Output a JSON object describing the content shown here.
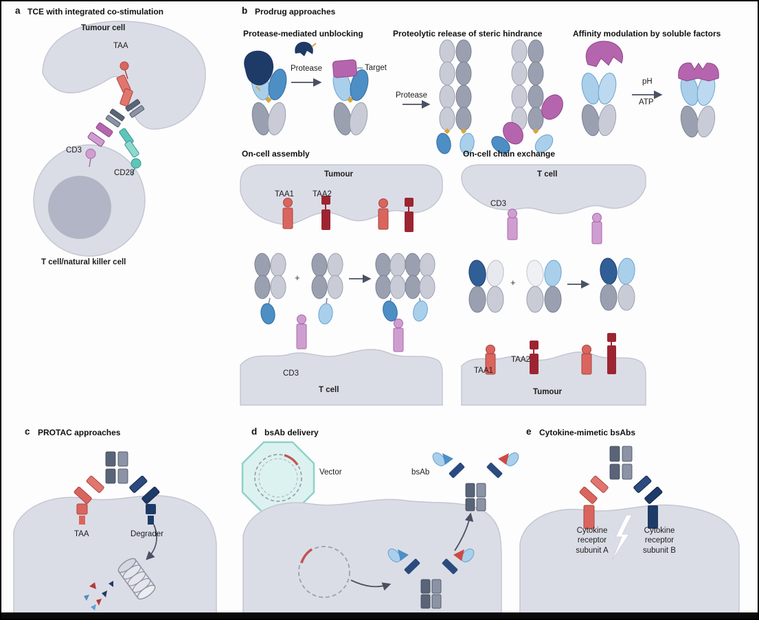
{
  "colors": {
    "cell_fill": "#dbdde6",
    "cell_stroke": "#c3c6d2",
    "nucleus": "#b1b5c5",
    "red": "#d9655e",
    "dark_red": "#9c2531",
    "navy": "#1e3a67",
    "blue": "#4d8ec4",
    "light_blue": "#a9cfeb",
    "purple": "#b565ae",
    "pink": "#cf9ed0",
    "teal": "#5fc4ba",
    "gray_dark": "#9aa0b0",
    "gray_light": "#c9ccd6",
    "slate": "#5a6478",
    "arrow": "#4a5163",
    "yellow": "#d9a43b"
  },
  "panel_a": {
    "letter": "a",
    "title": "TCE with integrated co-stimulation",
    "labels": {
      "tumour_cell": "Tumour cell",
      "taa": "TAA",
      "cd3": "CD3",
      "cd28": "CD28",
      "t_cell": "T cell/natural killer cell"
    }
  },
  "panel_b": {
    "letter": "b",
    "title": "Prodrug approaches",
    "unblocking": {
      "title": "Protease-mediated unblocking",
      "arrow_label": "Protease",
      "target": "Target"
    },
    "steric": {
      "title": "Proteolytic release of steric hindrance",
      "arrow_label": "Protease"
    },
    "affinity": {
      "title": "Affinity modulation by soluble factors",
      "factor_top": "pH",
      "factor_bottom": "ATP"
    },
    "assembly": {
      "title": "On-cell assembly",
      "tumour": "Tumour",
      "taa1": "TAA1",
      "taa2": "TAA2",
      "plus": "+",
      "cd3": "CD3",
      "t_cell": "T cell"
    },
    "exchange": {
      "title": "On-cell chain exchange",
      "t_cell": "T cell",
      "cd3": "CD3",
      "plus": "+",
      "taa1": "TAA1",
      "taa2": "TAA2",
      "tumour": "Tumour"
    }
  },
  "panel_c": {
    "letter": "c",
    "title": "PROTAC approaches",
    "labels": {
      "taa": "TAA",
      "degrader": "Degrader"
    }
  },
  "panel_d": {
    "letter": "d",
    "title": "bsAb delivery",
    "labels": {
      "vector": "Vector",
      "bsab": "bsAb"
    }
  },
  "panel_e": {
    "letter": "e",
    "title": "Cytokine-mimetic bsAbs",
    "labels": {
      "receptor_a": "Cytokine receptor subunit A",
      "receptor_b": "Cytokine receptor subunit B"
    }
  }
}
